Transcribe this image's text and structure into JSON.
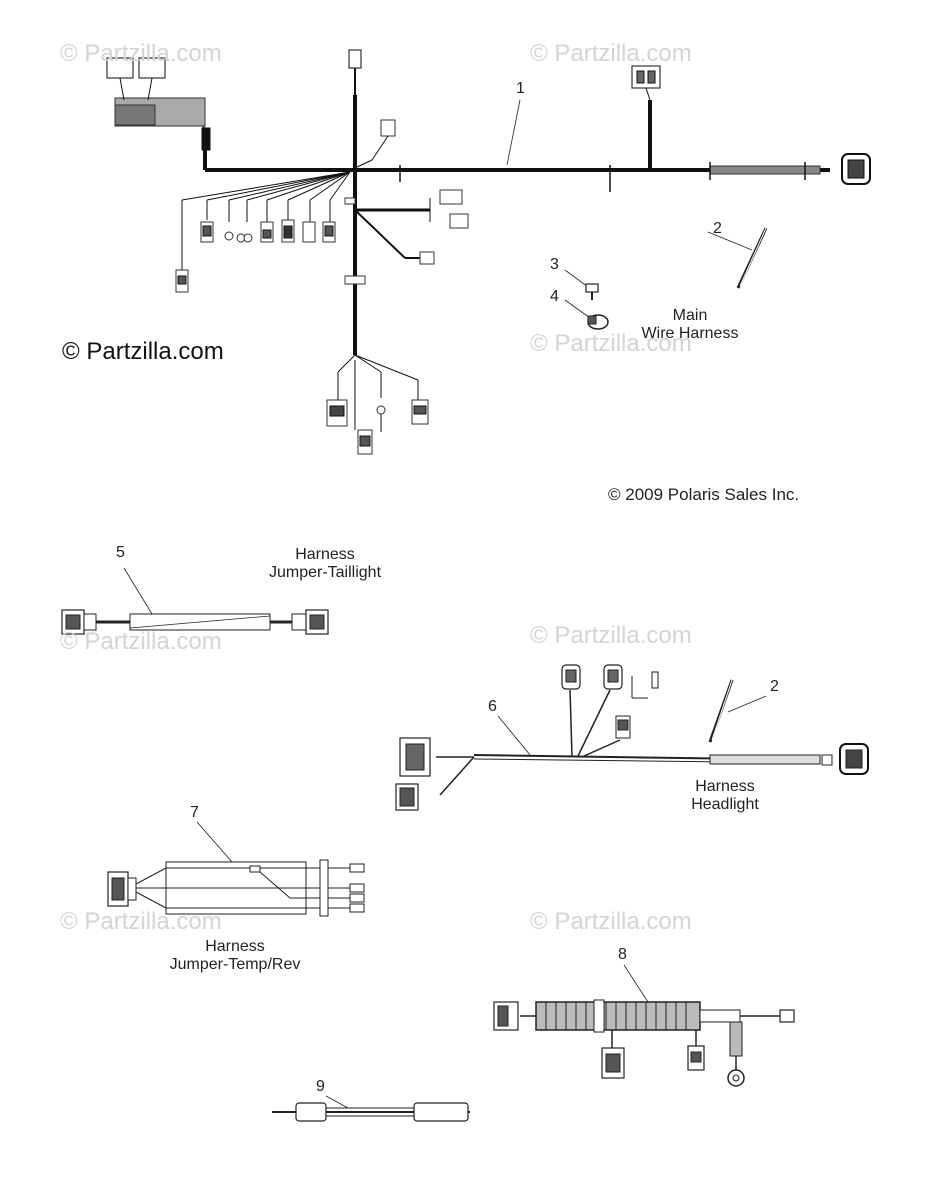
{
  "watermark": "© Partzilla.com",
  "copyright_main": "© Partzilla.com",
  "copyright_polaris": "© 2009 Polaris Sales Inc.",
  "callouts": {
    "n1": "1",
    "n2a": "2",
    "n2b": "2",
    "n3": "3",
    "n4": "4",
    "n5": "5",
    "n6": "6",
    "n7": "7",
    "n8": "8",
    "n9": "9"
  },
  "labels": {
    "main_line1": "Main",
    "main_line2": "Wire Harness",
    "tail_line1": "Harness",
    "tail_line2": "Jumper-Taillight",
    "head_line1": "Harness",
    "head_line2": "Headlight",
    "temp_line1": "Harness",
    "temp_line2": "Jumper-Temp/Rev"
  }
}
